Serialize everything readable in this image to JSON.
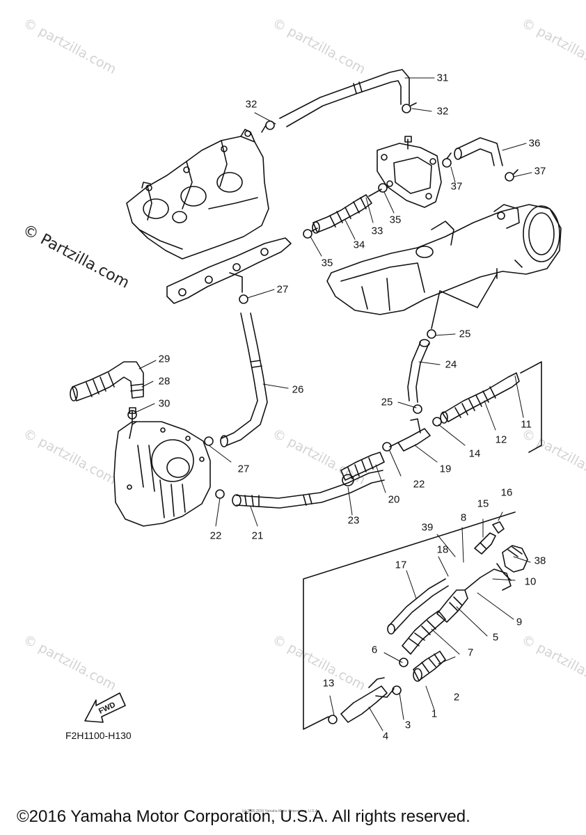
{
  "watermark_small": "© partzilla.com",
  "watermark_main": "© Partzilla.com",
  "fwd_label": "FWD",
  "diagram_code": "F2H1100-H130",
  "fine_print": "(c) 2005-2016 Yamaha Motor Corporation, U.S.A.",
  "copyright": "©2016 Yamaha Motor Corporation, U.S.A. All rights reserved.",
  "callouts": [
    {
      "label": "31",
      "part": "hose"
    },
    {
      "label": "32",
      "part": "clamp"
    },
    {
      "label": "32",
      "part": "clamp"
    },
    {
      "label": "36",
      "part": "hose"
    },
    {
      "label": "37",
      "part": "clamp"
    },
    {
      "label": "37",
      "part": "clamp"
    },
    {
      "label": "33",
      "part": "hose"
    },
    {
      "label": "35",
      "part": "clamp"
    },
    {
      "label": "34",
      "part": "bellows"
    },
    {
      "label": "35",
      "part": "clamp"
    },
    {
      "label": "27",
      "part": "clamp"
    },
    {
      "label": "25",
      "part": "clamp"
    },
    {
      "label": "24",
      "part": "hose"
    },
    {
      "label": "29",
      "part": "elbow"
    },
    {
      "label": "28",
      "part": "bellows"
    },
    {
      "label": "30",
      "part": "clamp"
    },
    {
      "label": "26",
      "part": "hose"
    },
    {
      "label": "25",
      "part": "clamp"
    },
    {
      "label": "11",
      "part": "hose"
    },
    {
      "label": "12",
      "part": "bellows"
    },
    {
      "label": "14",
      "part": "clamp"
    },
    {
      "label": "19",
      "part": "joint"
    },
    {
      "label": "27",
      "part": "clamp"
    },
    {
      "label": "22",
      "part": "clamp"
    },
    {
      "label": "20",
      "part": "bellows"
    },
    {
      "label": "23",
      "part": "clamp"
    },
    {
      "label": "22",
      "part": "clamp"
    },
    {
      "label": "21",
      "part": "hose"
    },
    {
      "label": "16",
      "part": "cap"
    },
    {
      "label": "15",
      "part": "nipple"
    },
    {
      "label": "8",
      "part": "bracket"
    },
    {
      "label": "39",
      "part": "bolt"
    },
    {
      "label": "38",
      "part": "valve"
    },
    {
      "label": "18",
      "part": "pin"
    },
    {
      "label": "10",
      "part": "gasket"
    },
    {
      "label": "17",
      "part": "hose"
    },
    {
      "label": "9",
      "part": "pipe"
    },
    {
      "label": "5",
      "part": "nozzle"
    },
    {
      "label": "7",
      "part": "bellows"
    },
    {
      "label": "6",
      "part": "clamp"
    },
    {
      "label": "2",
      "part": "bellows"
    },
    {
      "label": "13",
      "part": "clamp"
    },
    {
      "label": "1",
      "part": "hose"
    },
    {
      "label": "3",
      "part": "clamp"
    },
    {
      "label": "4",
      "part": "joint"
    }
  ]
}
